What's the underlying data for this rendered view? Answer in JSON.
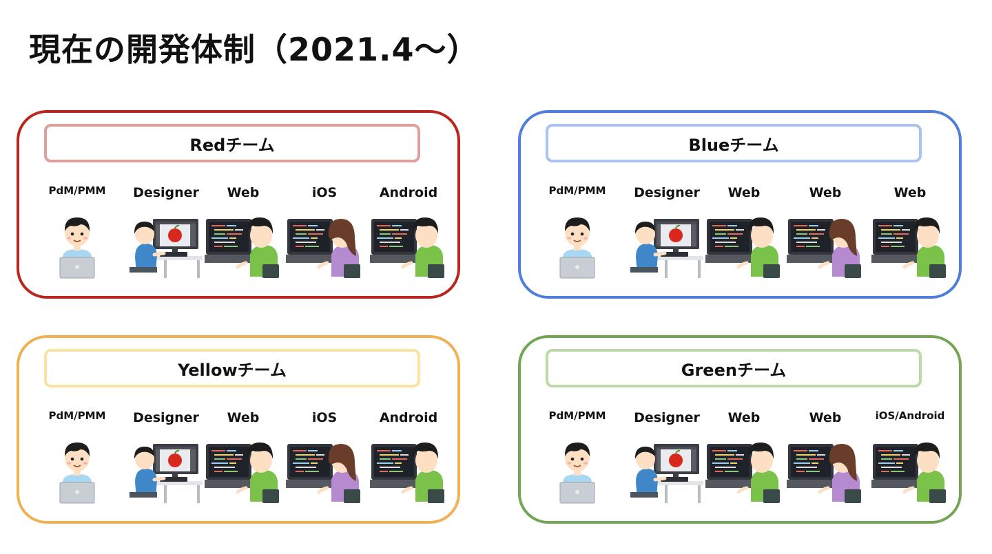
{
  "title": "現在の開発体制（2021.4〜）",
  "colors": {
    "red": {
      "border": "#b9261e",
      "label": "#dc9f9b"
    },
    "blue": {
      "border": "#4f7fdb",
      "label": "#a9c2ef"
    },
    "yellow": {
      "border": "#f0b054",
      "label": "#f8e3a0"
    },
    "green": {
      "border": "#72a554",
      "label": "#bcd9a8"
    }
  },
  "teams": [
    {
      "name": "Redチーム",
      "color": "red",
      "members": [
        {
          "role": "PdM/PMM",
          "icon": "pm-person-laptop-icon"
        },
        {
          "role": "Designer",
          "icon": "designer-drawing-tablet-icon"
        },
        {
          "role": "Web",
          "icon": "engineer-male-coding-icon"
        },
        {
          "role": "iOS",
          "icon": "engineer-female-coding-icon"
        },
        {
          "role": "Android",
          "icon": "engineer-male-coding-icon"
        }
      ]
    },
    {
      "name": "Blueチーム",
      "color": "blue",
      "members": [
        {
          "role": "PdM/PMM",
          "icon": "pm-person-laptop-icon"
        },
        {
          "role": "Designer",
          "icon": "designer-drawing-tablet-icon"
        },
        {
          "role": "Web",
          "icon": "engineer-male-coding-icon"
        },
        {
          "role": "Web",
          "icon": "engineer-female-coding-icon"
        },
        {
          "role": "Web",
          "icon": "engineer-male-coding-icon"
        }
      ]
    },
    {
      "name": "Yellowチーム",
      "color": "yellow",
      "members": [
        {
          "role": "PdM/PMM",
          "icon": "pm-person-laptop-icon"
        },
        {
          "role": "Designer",
          "icon": "designer-drawing-tablet-icon"
        },
        {
          "role": "Web",
          "icon": "engineer-male-coding-icon"
        },
        {
          "role": "iOS",
          "icon": "engineer-female-coding-icon"
        },
        {
          "role": "Android",
          "icon": "engineer-male-coding-icon"
        }
      ]
    },
    {
      "name": "Greenチーム",
      "color": "green",
      "members": [
        {
          "role": "PdM/PMM",
          "icon": "pm-person-laptop-icon"
        },
        {
          "role": "Designer",
          "icon": "designer-drawing-tablet-icon"
        },
        {
          "role": "Web",
          "icon": "engineer-male-coding-icon"
        },
        {
          "role": "Web",
          "icon": "engineer-female-coding-icon"
        },
        {
          "role": "iOS/Android",
          "icon": "engineer-male-coding-icon"
        }
      ]
    }
  ]
}
